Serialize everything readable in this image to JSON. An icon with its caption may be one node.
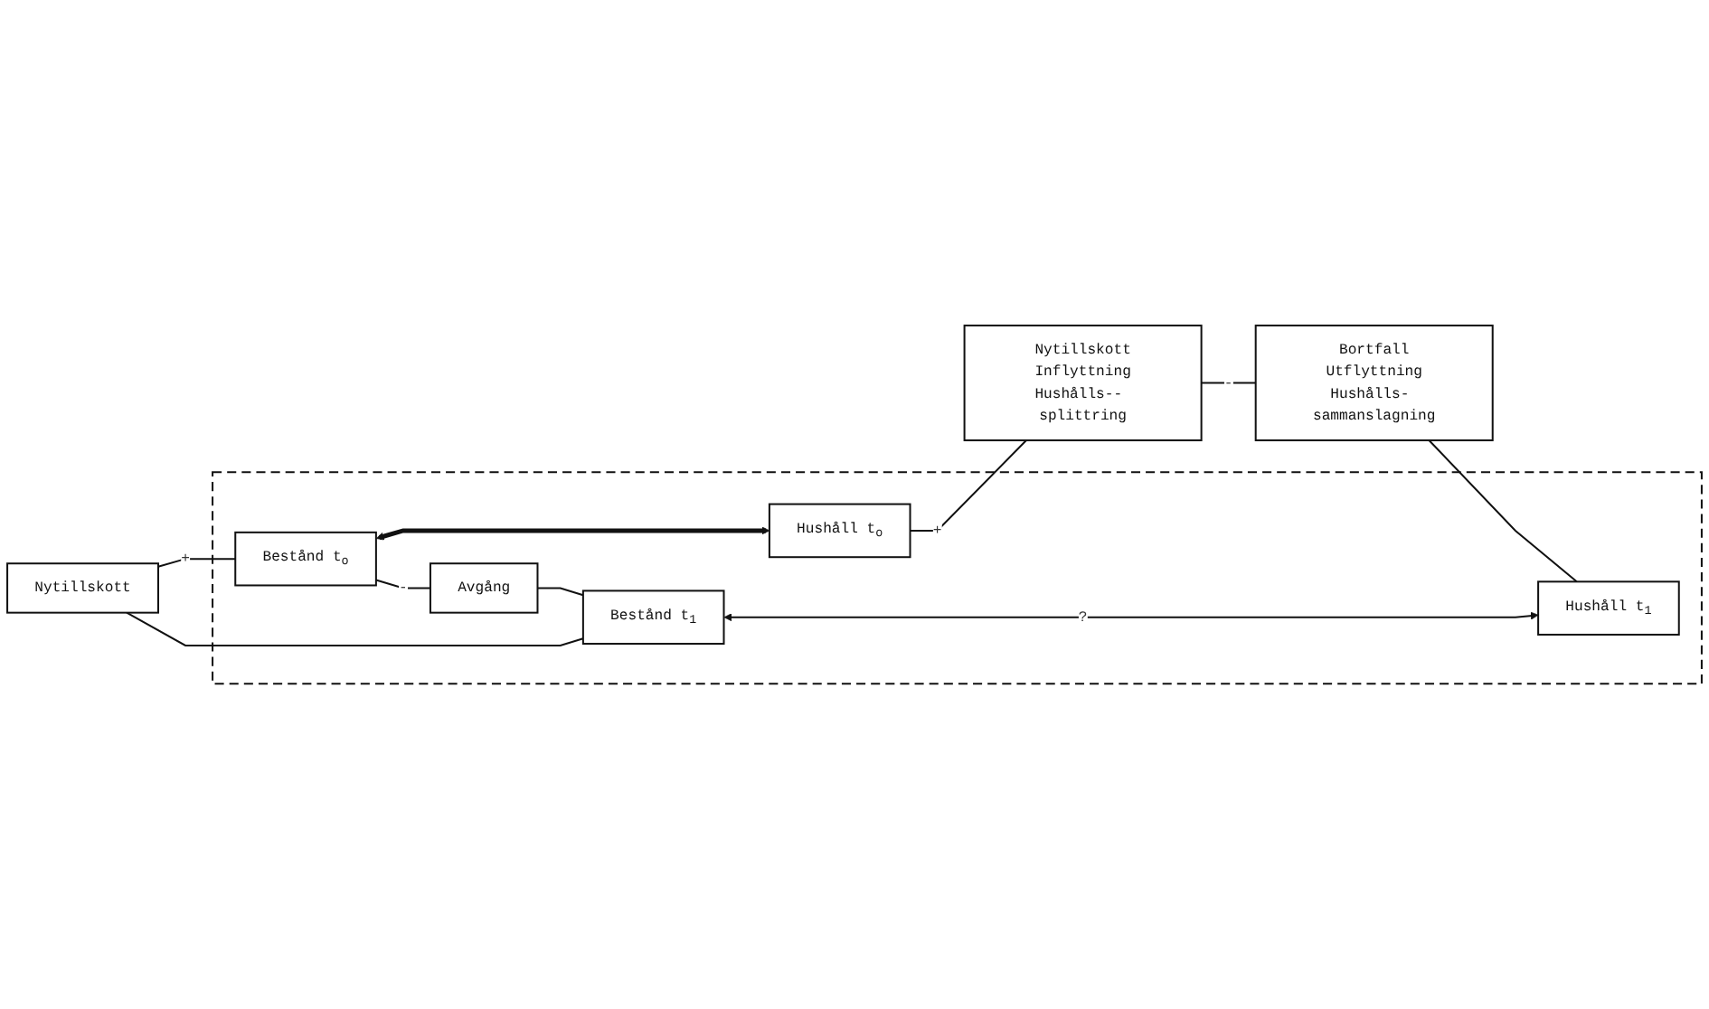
{
  "diagram": {
    "nodes": [
      {
        "text": [],
        "shape": "box"
      },
      {
        "text": [
          "Bestånd t$_{o}$"
        ],
        "in": 0
      },
      {
        "text": [
          "Hushåll t$_{o}$"
        ],
        "in": 0
      },
      {
        "text": [
          "Avgång"
        ],
        "in": 0
      },
      {
        "text": [
          "Bestånd t$_{1}$"
        ],
        "in": 0
      },
      {
        "text": [
          "Hushåll t$_{1}$"
        ],
        "in": 0
      },
      {
        "text": [
          "Nytillskott",
          "Inflyttning",
          "Hushålls-- splittring"
        ]
      },
      {
        "text": [
          "Bortfall",
          "Utflyttning",
          "Hushålls- sammanslagning"
        ]
      },
      {
        "text": [
          "Nytillskott"
        ]
      }
    ],
    "edges": [
      {
        "from": 1,
        "to": 2,
        "arrow": "both",
        "style": "thick"
      },
      {
        "from": 1,
        "to": 3,
        "arrow": "none",
        "label": "-"
      },
      {
        "from": 3,
        "to": 4,
        "arrow": "none"
      },
      {
        "from": 2,
        "to": 6,
        "arrow": "none",
        "label": "+"
      },
      {
        "from": 6,
        "to": 7,
        "arrow": "none",
        "label": "-"
      },
      {
        "from": 7,
        "to": 5,
        "arrow": "none"
      },
      {
        "from": 8,
        "to": 1,
        "arrow": "none",
        "label": "+"
      },
      {
        "from": 8,
        "to": 4,
        "arrow": "none"
      },
      {
        "from": 4,
        "to": 5,
        "arrow": "both",
        "label": "?"
      }
    ]
  }
}
